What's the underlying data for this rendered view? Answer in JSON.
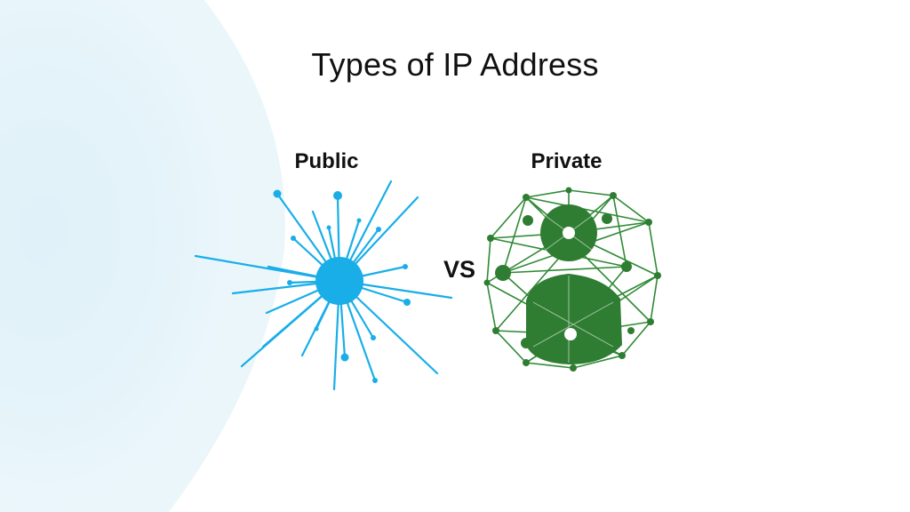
{
  "title": "Types of IP Address",
  "left": {
    "label": "Public",
    "icon": "network-starburst-icon",
    "color": "#19aee8"
  },
  "divider": {
    "label": "VS"
  },
  "right": {
    "label": "Private",
    "icon": "private-user-network-icon",
    "color": "#2f7d32"
  }
}
